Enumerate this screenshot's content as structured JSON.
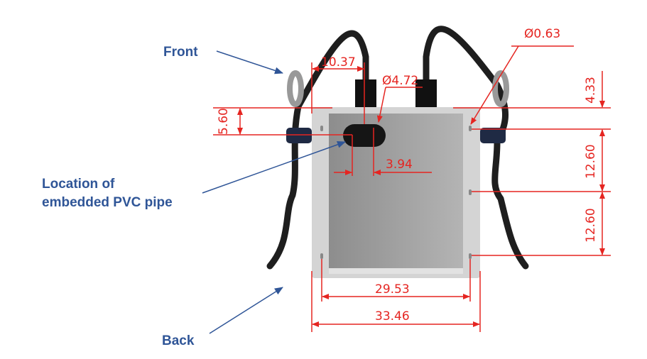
{
  "labels": {
    "front": "Front",
    "back": "Back",
    "pvc_line1": "Location of",
    "pvc_line2": "embedded PVC pipe"
  },
  "dimensions": {
    "top_offset": "10.37",
    "pipe_diameter": "Ø4.72",
    "hole_diameter": "Ø0.63",
    "pipe_height": "5.60",
    "pipe_center_offset": "3.94",
    "top_margin": "4.33",
    "hole_spacing_1": "12.60",
    "hole_spacing_2": "12.60",
    "inner_width": "29.53",
    "outer_width": "33.46"
  },
  "colors": {
    "dimension": "#e52521",
    "label": "#2f5597"
  }
}
